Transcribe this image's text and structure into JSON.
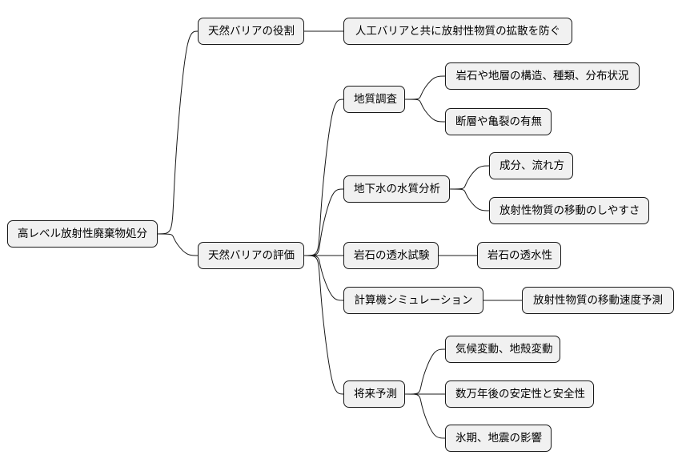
{
  "root": {
    "label": "高レベル放射性廃棄物処分"
  },
  "branches": [
    {
      "label": "天然バリアの役割",
      "children": [
        {
          "label": "人工バリアと共に放射性物質の拡散を防ぐ",
          "children": []
        }
      ]
    },
    {
      "label": "天然バリアの評価",
      "children": [
        {
          "label": "地質調査",
          "children": [
            {
              "label": "岩石や地層の構造、種類、分布状況"
            },
            {
              "label": "断層や亀裂の有無"
            }
          ]
        },
        {
          "label": "地下水の水質分析",
          "children": [
            {
              "label": "成分、流れ方"
            },
            {
              "label": "放射性物質の移動のしやすさ"
            }
          ]
        },
        {
          "label": "岩石の透水試験",
          "children": [
            {
              "label": "岩石の透水性"
            }
          ]
        },
        {
          "label": "計算機シミュレーション",
          "children": [
            {
              "label": "放射性物質の移動速度予測"
            }
          ]
        },
        {
          "label": "将来予測",
          "children": [
            {
              "label": "気候変動、地殻変動"
            },
            {
              "label": "数万年後の安定性と安全性"
            },
            {
              "label": "氷期、地震の影響"
            }
          ]
        }
      ]
    }
  ]
}
